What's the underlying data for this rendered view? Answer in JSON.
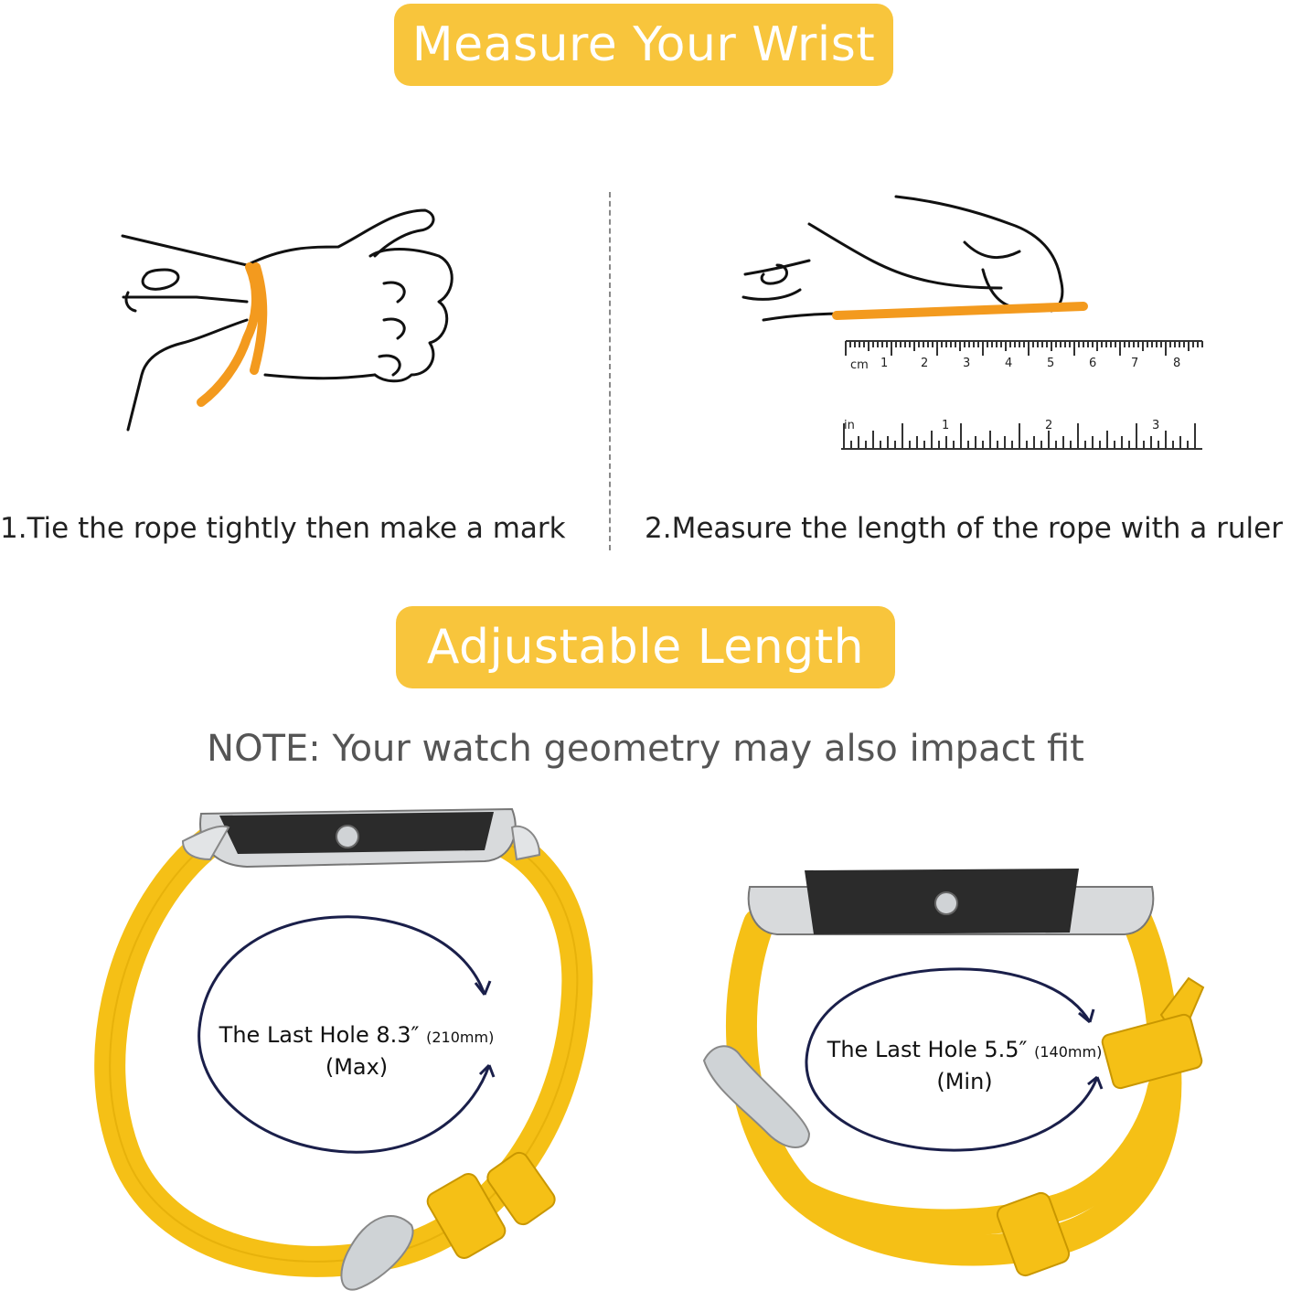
{
  "headers": {
    "measure_title": "Measure Your Wrist",
    "adjust_title": "Adjustable Length"
  },
  "steps": {
    "step1": "1.Tie the rope tightly then make a mark",
    "step2": "2.Measure the length of the rope with a ruler"
  },
  "note": "NOTE: Your watch geometry may also impact fit",
  "ruler": {
    "cm_unit": "cm",
    "cm_ticks": [
      "1",
      "2",
      "3",
      "4",
      "5",
      "6",
      "7",
      "8"
    ],
    "in_unit": "in",
    "in_ticks": [
      "1",
      "2",
      "3"
    ]
  },
  "max_label": {
    "line1": "The Last Hole 8.3″",
    "mm": "(210mm)",
    "line2": "(Max)"
  },
  "min_label": {
    "line1": "The Last Hole 5.5″",
    "mm": "(140mm)",
    "line2": "(Min)"
  },
  "colors": {
    "accent_pill": "#f8c53c",
    "strap_yellow": "#f5c016",
    "rope_orange": "#f39a1e"
  }
}
